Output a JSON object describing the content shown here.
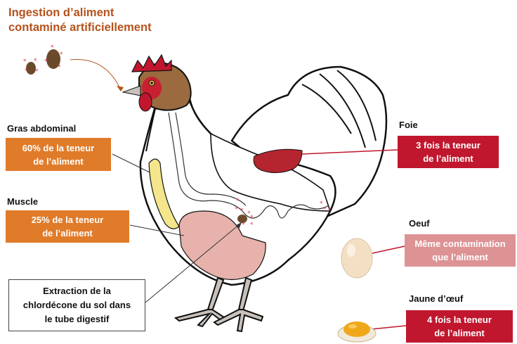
{
  "title": {
    "line1": "Ingestion d’aliment",
    "line2": "contaminé artificiellement"
  },
  "left": {
    "fat": {
      "label": "Gras abdominal",
      "line1": "60% de la teneur",
      "line2": "de l’aliment",
      "color": "#e07b2a"
    },
    "muscle": {
      "label": "Muscle",
      "line1": "25% de la teneur",
      "line2": "de l’aliment",
      "color": "#e07b2a"
    },
    "extraction": {
      "line1": "Extraction de la",
      "line2": "chlordécone du sol dans",
      "line3": "le tube digestif"
    }
  },
  "right": {
    "liver": {
      "label": "Foie",
      "line1": "3 fois la teneur",
      "line2": "de l’aliment",
      "color": "#c0172e"
    },
    "egg": {
      "label": "Oeuf",
      "line1": "Même contamination",
      "line2": "que l’aliment",
      "color": "#dd9294"
    },
    "yolk": {
      "label": "Jaune d’œuf",
      "line1": "4 fois la teneur",
      "line2": "de l’aliment",
      "color": "#c0172e"
    }
  },
  "icons": [
    "contaminated-feed-icon",
    "chicken-illustration",
    "egg-icon",
    "egg-yolk-icon",
    "contamination-star-icon"
  ]
}
